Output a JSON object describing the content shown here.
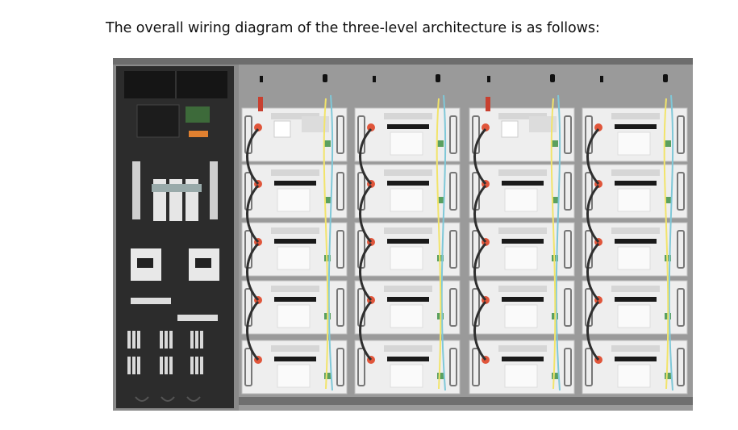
{
  "document": {
    "caption": "The overall wiring diagram of the three-level architecture is as follows:"
  },
  "figure": {
    "left_cabinet": {
      "panel_color": "#2b2b2b",
      "breaker_color": "#e8e8e8"
    },
    "battery_rack": {
      "racks": 4,
      "modules_per_rack": 5,
      "module_color": "#eeeeee",
      "terminal_color": "#e0553a",
      "cable_colors": [
        "#f2e46a",
        "#7fc8d8",
        "#2f2f2f"
      ]
    }
  }
}
